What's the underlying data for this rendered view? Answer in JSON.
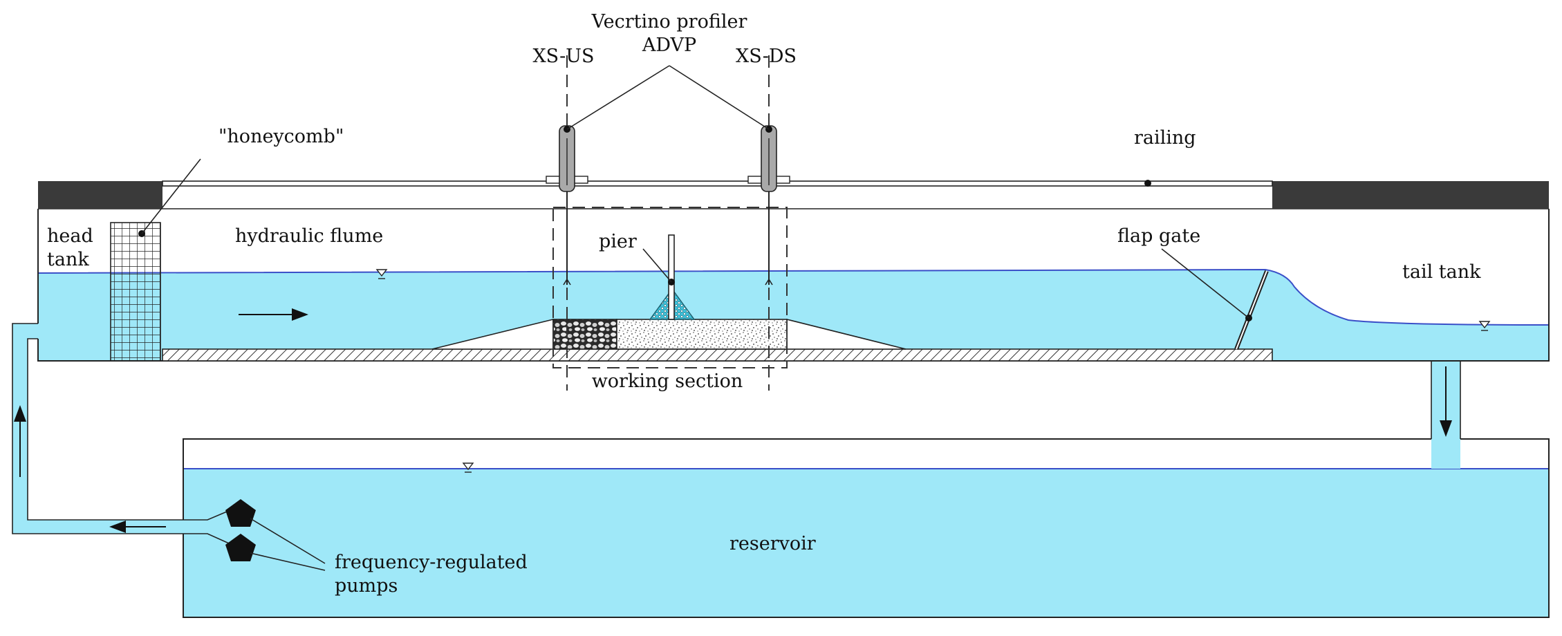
{
  "labels": {
    "profiler_line1": "Vecrtino profiler",
    "profiler_line2": "ADVP",
    "xs_us": "XS-US",
    "xs_ds": "XS-DS",
    "honeycomb": "\"honeycomb\"",
    "railing": "railing",
    "head_line1": "head",
    "head_line2": "tank",
    "hydraulic_flume": "hydraulic flume",
    "pier": "pier",
    "flap_gate": "flap gate",
    "tail_tank": "tail tank",
    "working_section": "working section",
    "reservoir": "reservoir",
    "pumps_line1": "frequency-regulated",
    "pumps_line2": "pumps"
  },
  "colors": {
    "water": "#9fe8f8",
    "water_line": "#3a4fc8",
    "rail": "#3a3a3a",
    "probe": "#a9a9a9",
    "pier_sand": "#3fc0d8"
  }
}
